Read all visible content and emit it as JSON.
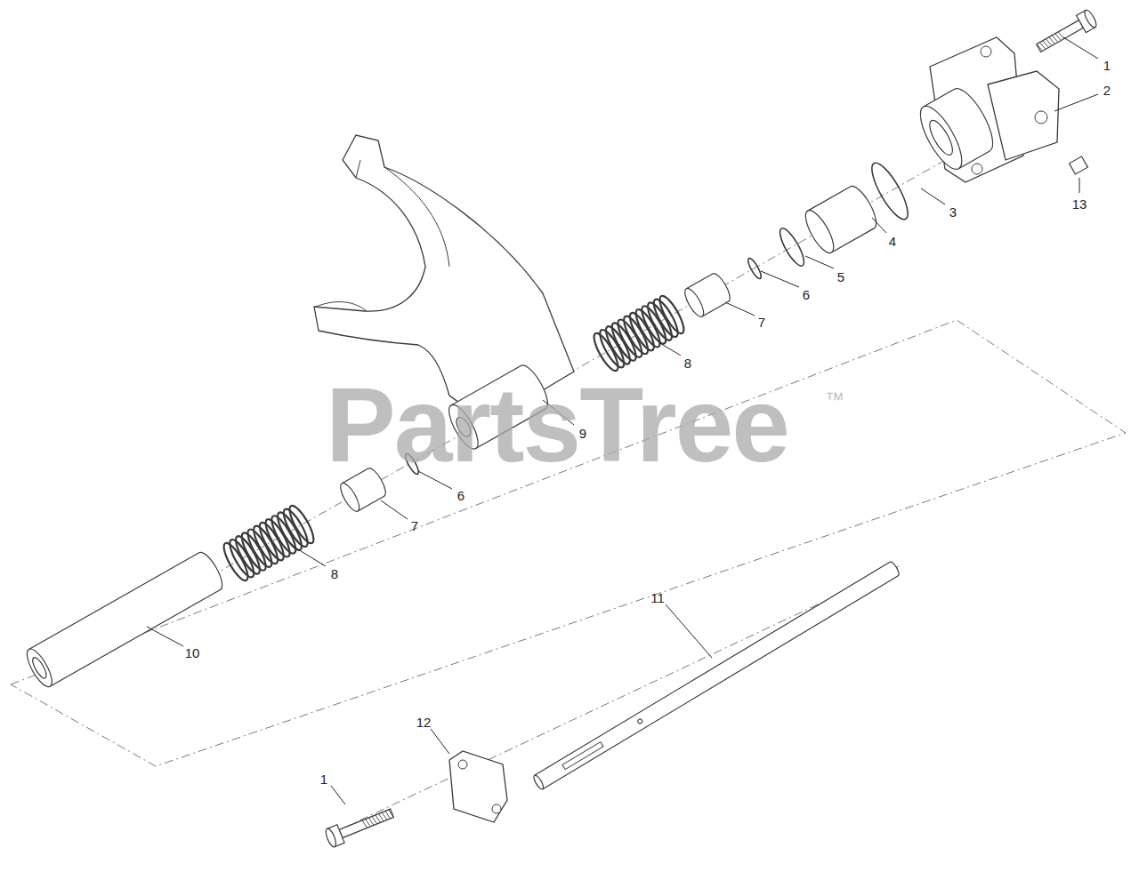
{
  "diagram": {
    "labels": [
      "1",
      "2",
      "13",
      "3",
      "4",
      "5",
      "6",
      "7",
      "8",
      "9",
      "6",
      "7",
      "8",
      "10",
      "11",
      "12",
      "1",
      "PartsTree",
      "™"
    ]
  }
}
